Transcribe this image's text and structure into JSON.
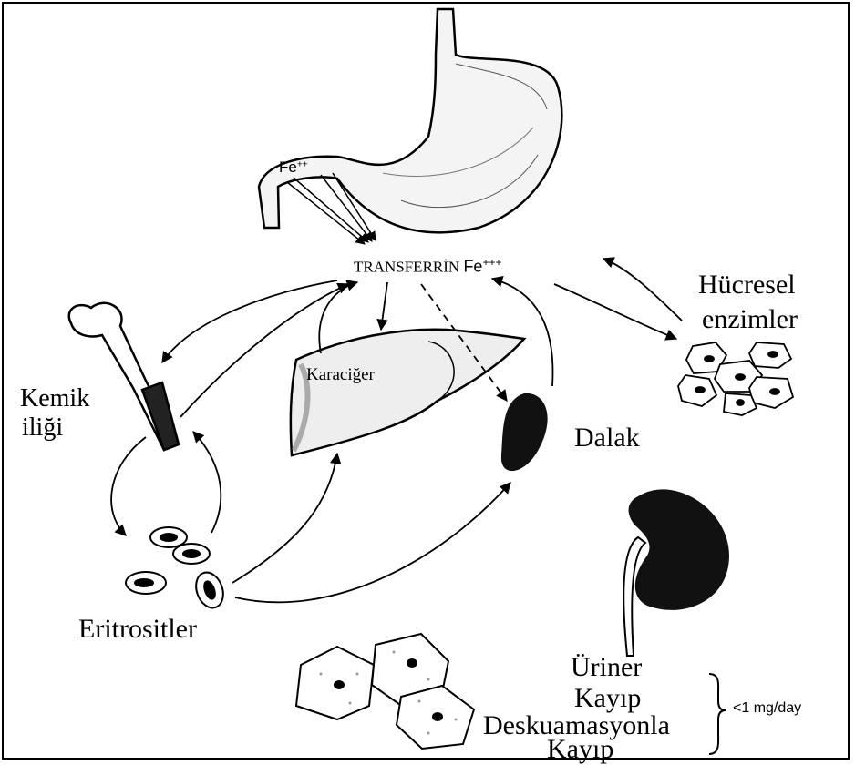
{
  "labels": {
    "fe2": "Fe",
    "fe2_charge": "++",
    "transferrin": "TRANSFERRİN",
    "fe3": "Fe",
    "fe3_charge": "+++",
    "cellular_enzymes_1": "Hücresel",
    "cellular_enzymes_2": "enzimler",
    "bone_marrow_1": "Kemik",
    "bone_marrow_2": "iliği",
    "liver": "Karaciğer",
    "spleen": "Dalak",
    "erythrocytes": "Eritrositler",
    "urinary_loss_1": "Üriner",
    "urinary_loss_2": "Kayıp",
    "desquamation_loss_1": "Deskuamasyonla",
    "desquamation_loss_2": "Kayıp",
    "daily_loss": "<1 mg/day"
  },
  "colors": {
    "ink": "#000000",
    "paper": "#ffffff",
    "organ_fill": "#f2f2f2"
  },
  "icons": [
    "stomach-illustration",
    "liver-illustration",
    "spleen-illustration",
    "kidney-illustration",
    "bone-illustration",
    "erythrocyte-cells",
    "enzyme-cells",
    "desquamated-cells"
  ]
}
